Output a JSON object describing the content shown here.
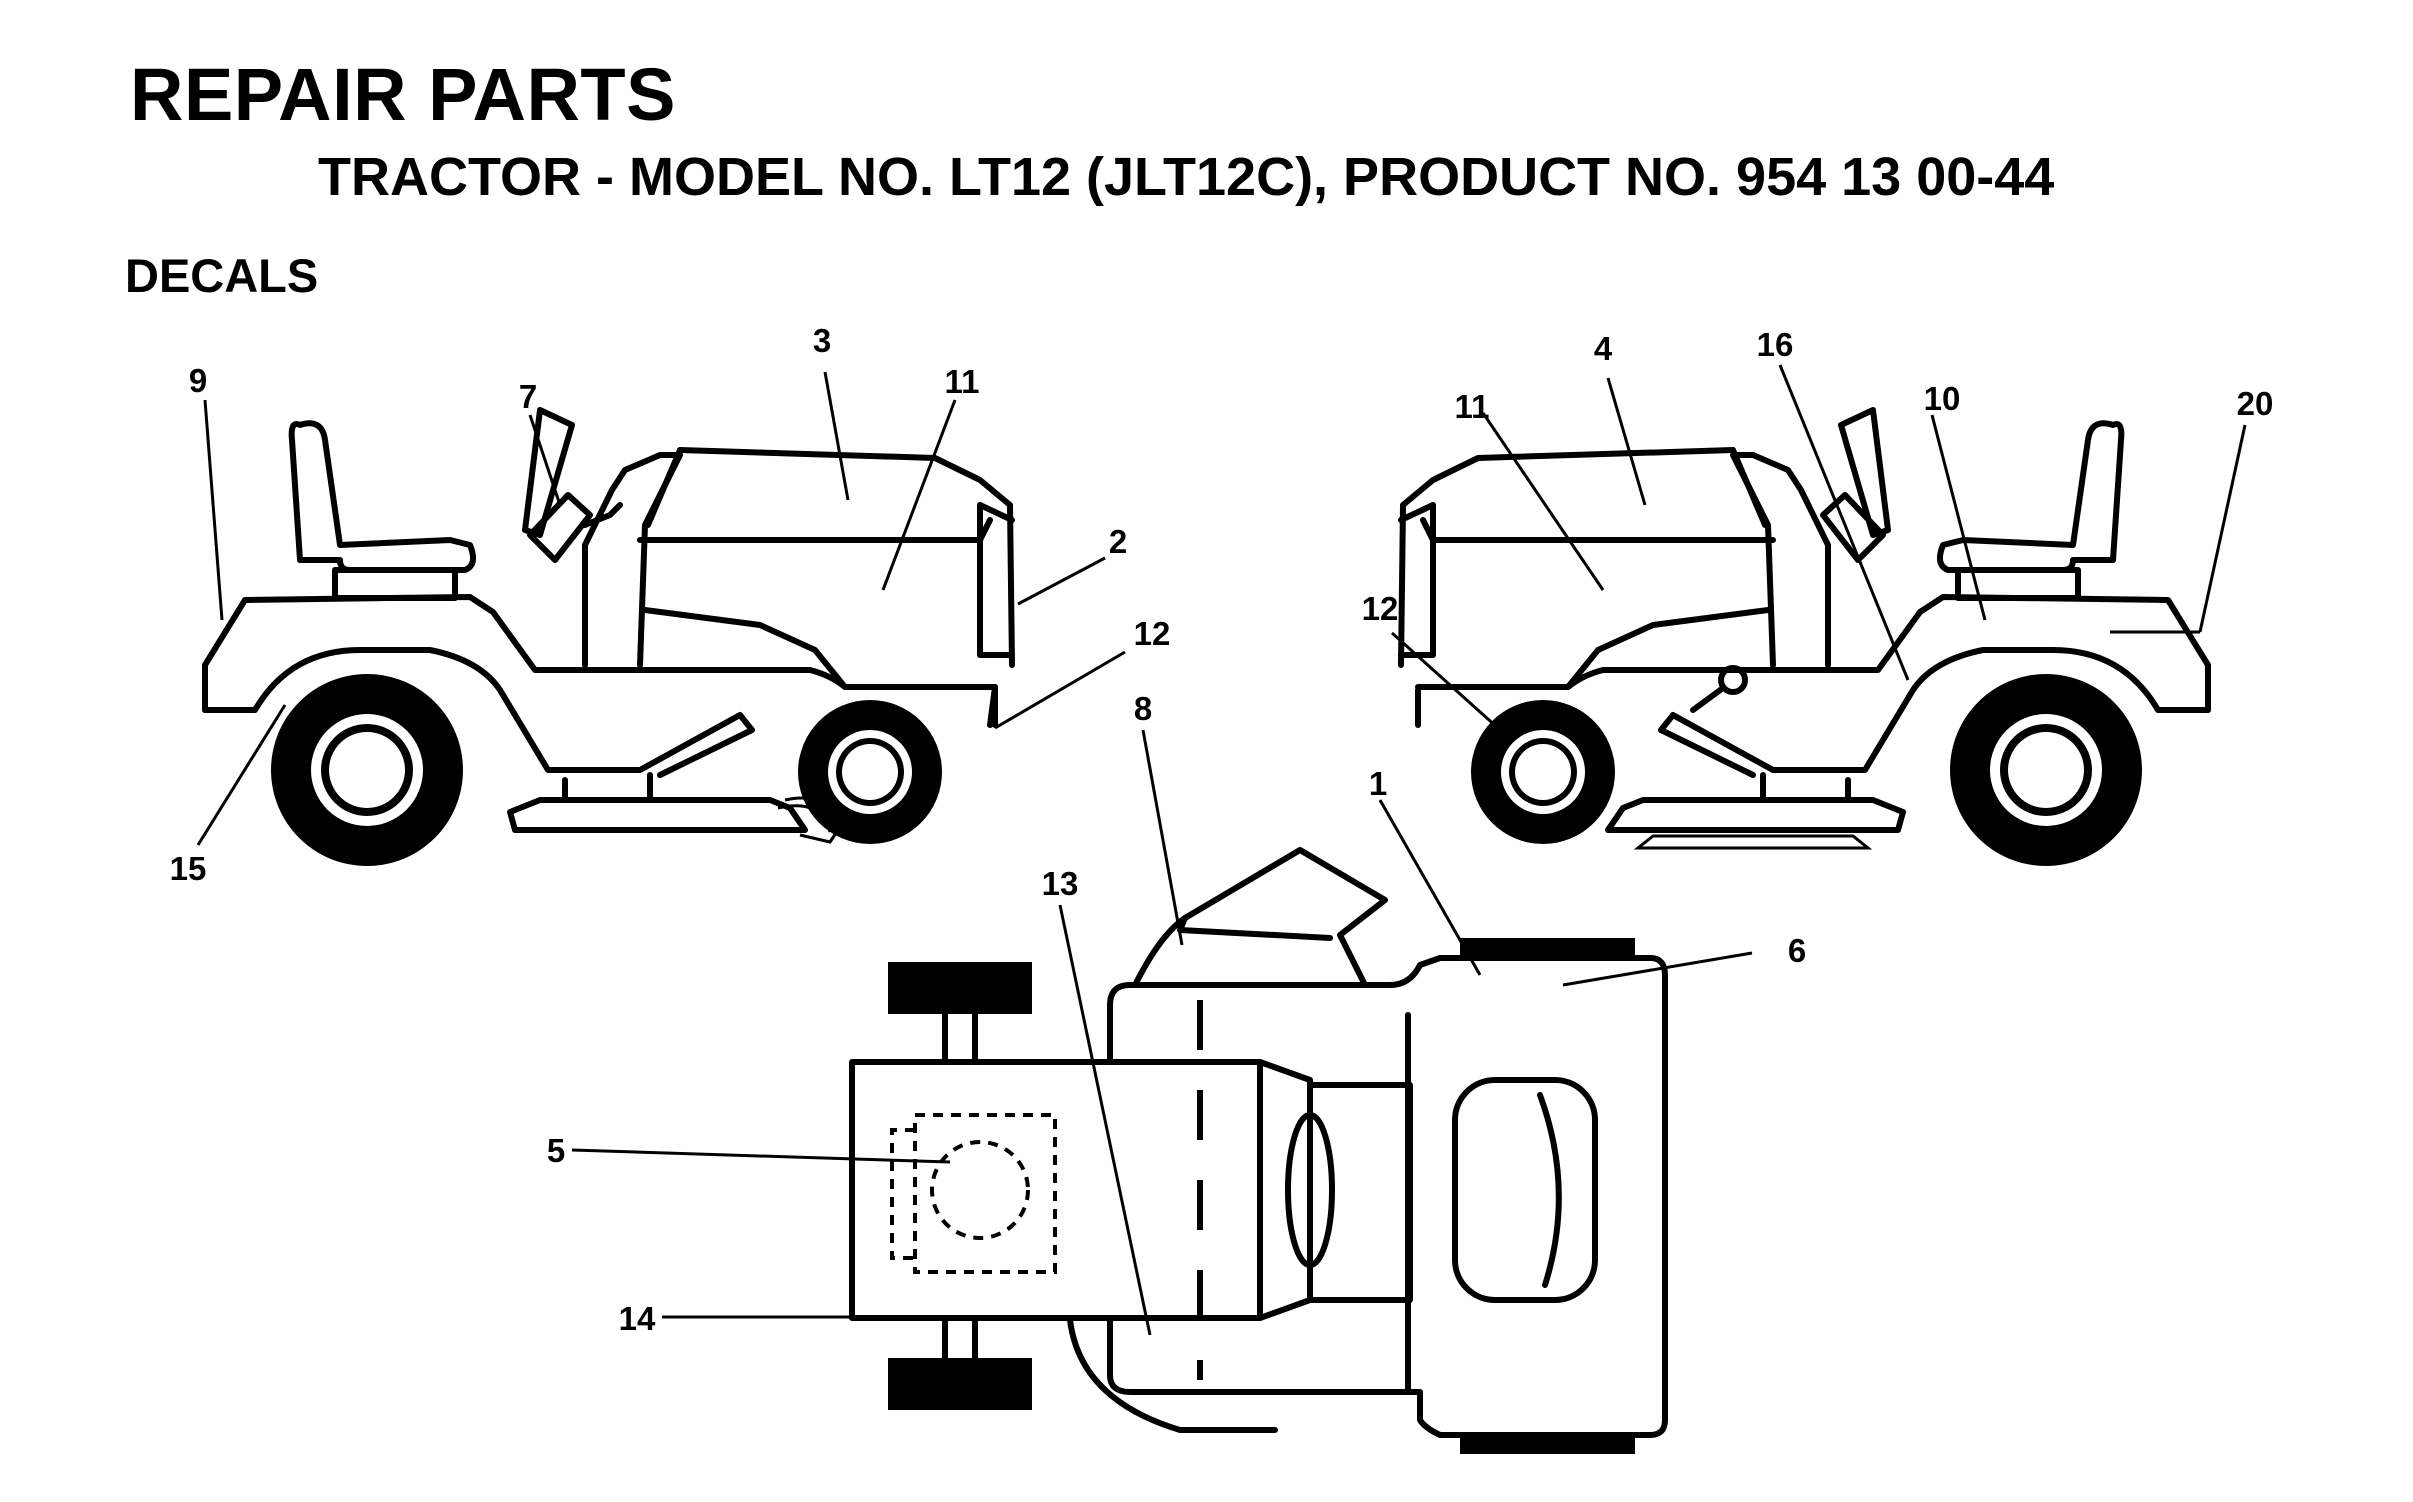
{
  "header": {
    "title": "REPAIR PARTS",
    "subtitle": "TRACTOR - MODEL NO. LT12 (JLT12C), PRODUCT NO. 954 13 00-44",
    "section": "DECALS"
  },
  "callouts": {
    "left_view": [
      "9",
      "7",
      "3",
      "11",
      "2",
      "12",
      "15"
    ],
    "right_view": [
      "4",
      "16",
      "11",
      "10",
      "20",
      "12"
    ],
    "top_view": [
      "8",
      "1",
      "6",
      "13",
      "5",
      "14"
    ]
  }
}
